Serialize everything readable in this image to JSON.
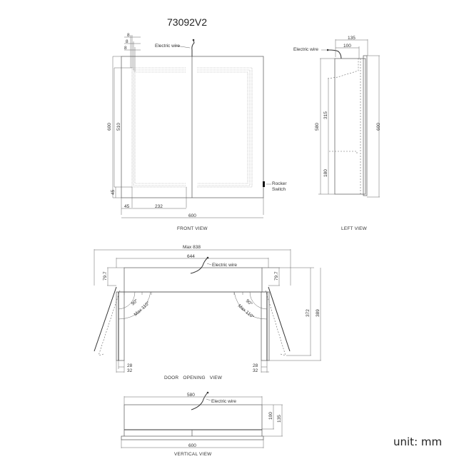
{
  "title": "73092V2",
  "unit_label": "unit: mm",
  "front_view": {
    "label": "FRONT VIEW",
    "electric_wire": "Electric wire",
    "rocker_switch_line1": "Rocker",
    "rocker_switch_line2": "Switch",
    "dims": {
      "top_offset_1": "8",
      "top_offset_2": "8",
      "top_offset_3": "8",
      "height_total": "600",
      "height_inner": "510",
      "bottom_offset": "45",
      "left_offset": "45",
      "panel_width": "232",
      "width_total": "600"
    }
  },
  "left_view": {
    "label": "LEFT VIEW",
    "electric_wire": "Electric wire",
    "dims": {
      "depth_total": "135",
      "depth_body": "100",
      "height_body": "580",
      "upper_section": "315",
      "lower_section": "180",
      "height_total": "600"
    }
  },
  "door_opening_view": {
    "label": "DOOR   OPENING   VIEW",
    "electric_wire": "Electric wire",
    "dims": {
      "max_width": "Max 838",
      "body_width": "644",
      "left_depth": "79.7",
      "right_depth": "79.7",
      "angle_90_left": "90°",
      "angle_max_left": "Max 110°",
      "angle_90_right": "90°",
      "angle_max_right": "Max 110°",
      "left_door_28": "28",
      "left_door_32": "32",
      "right_door_28": "28",
      "right_door_32": "32",
      "swing_372": "372",
      "swing_389": "389"
    }
  },
  "vertical_view": {
    "label": "VERTICAL VIEW",
    "electric_wire": "Electric wire",
    "dims": {
      "body_width": "580",
      "total_width": "600",
      "body_depth": "100",
      "total_depth": "135"
    }
  }
}
